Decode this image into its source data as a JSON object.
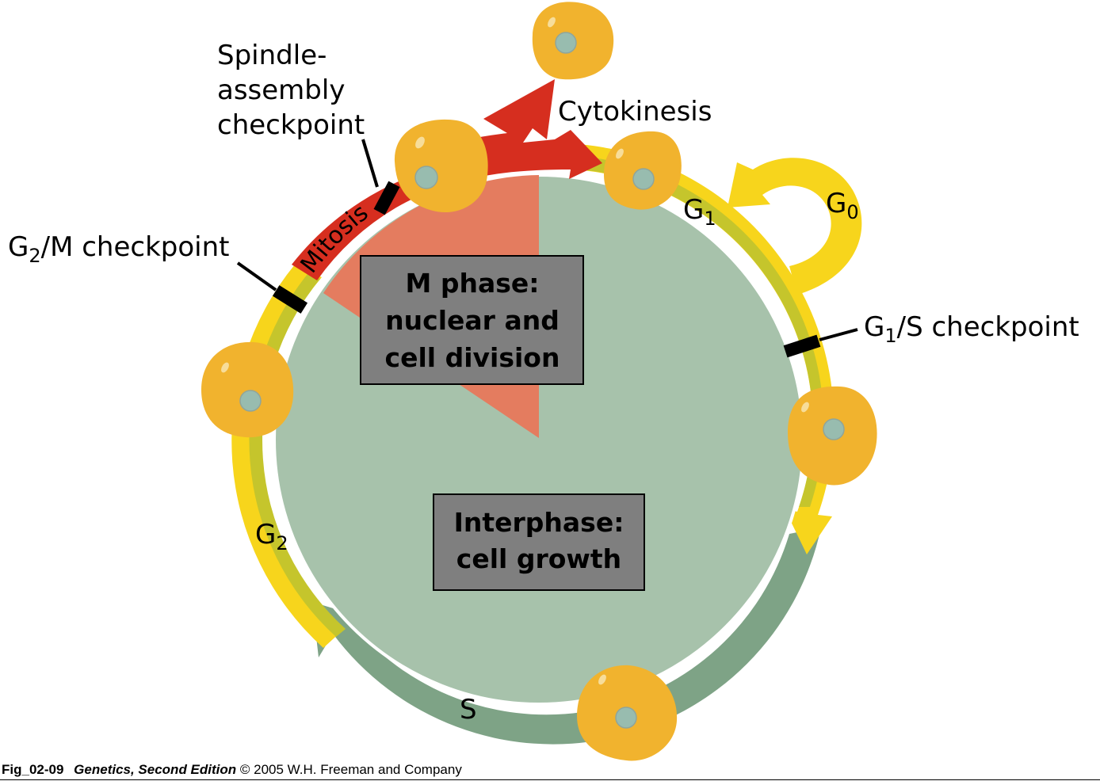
{
  "figure": {
    "caption": {
      "figure_id": "Fig_02-09",
      "book_title": "Genetics, Second Edition",
      "copyright": "© 2005 W.H. Freeman and Company"
    },
    "colors": {
      "interphase_fill": "#a7c2ab",
      "m_phase_wedge": "#e47c5f",
      "mitosis_band": "#d62e1f",
      "g_band_outer": "#f7d51c",
      "g_band_inner": "#c5c52c",
      "s_band": "#7ea386",
      "cell_body": "#f1b32e",
      "cell_nucleus": "#98bcaf",
      "label_box": "#7f7f7f",
      "checkpoint_mark": "#000000"
    },
    "phases": {
      "mitosis": "Mitosis",
      "g1_main": "G",
      "g1_sub": "1",
      "g0_main": "G",
      "g0_sub": "0",
      "g2_main": "G",
      "g2_sub": "2",
      "s": "S",
      "cytokinesis": "Cytokinesis"
    },
    "checkpoints": {
      "spindle_line1": "Spindle-",
      "spindle_line2": "assembly",
      "spindle_line3": "checkpoint",
      "g2m_pre": "G",
      "g2m_sub": "2",
      "g2m_post": "/M checkpoint",
      "g1s_pre": "G",
      "g1s_sub": "1",
      "g1s_post": "/S checkpoint"
    },
    "boxes": {
      "m_phase": [
        "M phase:",
        "nuclear and",
        "cell division"
      ],
      "interphase": [
        "Interphase:",
        "cell growth"
      ]
    }
  }
}
